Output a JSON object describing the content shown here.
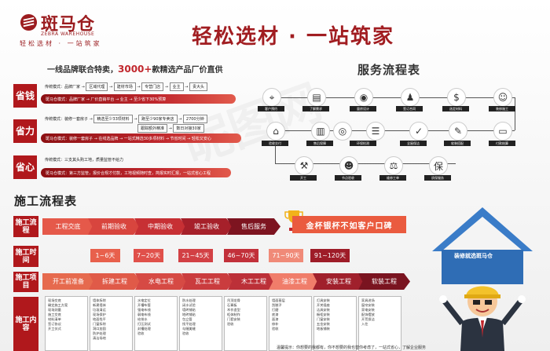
{
  "brand": {
    "name": "斑马仓",
    "en": "ZEBRA WAREHOUSE",
    "slogan": "轻松选材 · 一站筑家"
  },
  "main_title": "轻松选材 · 一站筑家",
  "promo": {
    "prefix": "一线品牌联合特卖，",
    "highlight": "3000+",
    "suffix": "款精选产品厂价直供"
  },
  "benefits": [
    {
      "tag": "省钱",
      "traditional": [
        "传统模式：品牌厂家",
        "区域代理",
        "建材市场",
        "专营门店",
        "业主",
        "贵大头"
      ],
      "ours": "斑马仓模式：品牌厂家  →  厂价直销平台  →  业主  →  至少省下30%预算"
    },
    {
      "tag": "省力",
      "traditional": [
        "传统模式：装修一套房子",
        "精选至少33项材料",
        "跑至少90家专卖店",
        "2700分钟",
        "跟踪额外精准",
        "数日对接30家"
      ],
      "ours": "斑马仓模式：装修一套房子  →  在线选品牌  →  一站式精选30多项材料  →  节省时间  →  轻松又安心"
    },
    {
      "tag": "省心",
      "traditional": [
        "传统模式：三支其头购工地，质量监管不给力"
      ],
      "ours": "斑马仓模式：第三方监管，报价合规才付款，工地视频随时查，简报实时汇报，一站式省心工程"
    }
  ],
  "service": {
    "title": "服务流程表",
    "row1": [
      "客户预约",
      "了解需求",
      "量房设计",
      "签订合同",
      "选定材料",
      "装修施工"
    ],
    "row2": [
      "验收交付",
      "售后保障",
      "环保检测",
      "全屋保洁",
      "软装搭配",
      "付款结算"
    ],
    "row3": [
      "开工",
      "节点验收",
      "维修工单",
      "质保服务"
    ]
  },
  "construction": {
    "title": "施工流程表",
    "labels": {
      "flow": "施工流程",
      "time": "施工时间",
      "project": "施工项目",
      "content": "施工内容"
    },
    "flow": [
      "工程交底",
      "前期验收",
      "中期验收",
      "竣工验收",
      "售后服务"
    ],
    "gold_banner": "金杯银杯不如客户口碑",
    "times": [
      "1~6天",
      "7~20天",
      "21~45天",
      "46~70天",
      "71~90天",
      "91~120天"
    ],
    "projects": [
      "开工前准备",
      "拆建工程",
      "水电工程",
      "瓦工工程",
      "木工工程",
      "油漆工程",
      "安装工程",
      "软装工程"
    ],
    "contents": [
      [
        "现场交底",
        "确定施工方案",
        "现场测量",
        "施工交底",
        "材料清单",
        "签订协议",
        "开工仪式"
      ],
      [
        "墙体拆除",
        "新建墙体",
        "垃圾清运",
        "现场保护",
        "地面找平",
        "门窗拆除",
        "洞口加固",
        "防护处理",
        "清洁场地"
      ],
      [
        "水电定位",
        "开槽布管",
        "强电布线",
        "弱电布线",
        "给排水",
        "打压测试",
        "封槽处理",
        "验收"
      ],
      [
        "防水处理",
        "闭水试验",
        "墙砖铺贴",
        "地砖铺贴",
        "包立管",
        "找平处理",
        "勾缝美缝",
        "验收"
      ],
      [
        "吊顶龙骨",
        "石膏板",
        "木作造型",
        "柜体制作",
        "门套安装",
        "验收"
      ],
      [
        "墙面基层",
        "刮腻子",
        "打磨",
        "底漆",
        "面漆",
        "修补",
        "验收"
      ],
      [
        "灯具安装",
        "开关插座",
        "洁具安装",
        "橱柜安装",
        "门窗安装",
        "五金安装",
        "地板铺装"
      ],
      [
        "家具进场",
        "窗帘安装",
        "家电安装",
        "配饰摆放",
        "开荒保洁",
        "入住"
      ]
    ],
    "house_text": "装修就选斑马仓",
    "footer": "温馨提示：你想要的我都有，你不想要的我也替你考虑了，一站式省心，了解企业服务"
  },
  "watermark": "昵图网"
}
